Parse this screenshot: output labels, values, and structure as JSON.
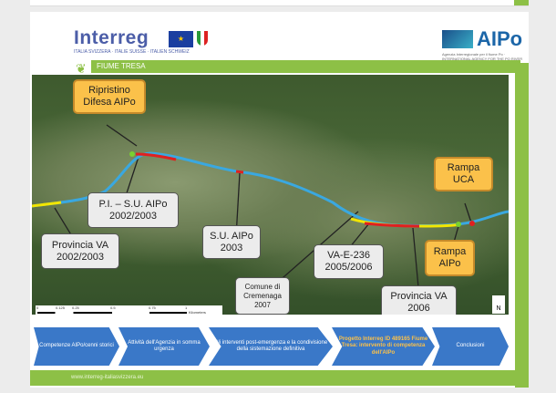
{
  "header": {
    "logo_interreg": "Interreg",
    "logo_interreg_sub": "ITALIA SVIZZERA · ITALIE SUISSE · ITALIEN SCHWEIZ",
    "logo_aipo": "AIPo",
    "logo_aipo_sub": "Agenzia Interregionale per il fiume Po · INTERNATIONAL AGENCY FOR THE PO RIVER",
    "title": "FIUME TRESA"
  },
  "map": {
    "callouts": [
      {
        "text": "Ripristino Difesa AIPo",
        "style": "orange"
      },
      {
        "text": "P.I. – S.U. AIPo 2002/2003",
        "style": "gray"
      },
      {
        "text": "S.U. AIPo 2003",
        "style": "gray"
      },
      {
        "text": "Provincia VA 2002/2003",
        "style": "gray"
      },
      {
        "text": "Comune di Cremenaga 2007",
        "style": "gray"
      },
      {
        "text": "VA-E-236 2005/2006",
        "style": "gray"
      },
      {
        "text": "Provincia VA 2006",
        "style": "gray"
      },
      {
        "text": "Rampa UCA",
        "style": "orange"
      },
      {
        "text": "Rampa AIPo",
        "style": "orange"
      }
    ],
    "scale_ticks": [
      "0",
      "0.125",
      "0.25",
      "0.5",
      "0.75",
      "1"
    ],
    "scale_unit": "Kilometers",
    "north": "N",
    "colors": {
      "river": "#3aa8e0",
      "yellow": "#f2e600",
      "red": "#e02020",
      "green": "#7ad030"
    }
  },
  "nav": [
    {
      "label": "Competenze AIPo/cenni storici"
    },
    {
      "label": "Attività dell'Agenzia in somma urgenza"
    },
    {
      "label": "Gli interventi post-emergenza e la condivisione della sistemazione definitiva"
    },
    {
      "label": "Progetto Interreg ID 489165 Fiume Tresa: intervento di competenza dell'AIPo",
      "active": true
    },
    {
      "label": "Conclusioni"
    }
  ],
  "footer": {
    "url": "www.interreg-italiasvizzera.eu"
  },
  "colors": {
    "accent_green": "#8dc046",
    "nav_blue": "#3a78c8",
    "highlight": "#fbc14a"
  }
}
